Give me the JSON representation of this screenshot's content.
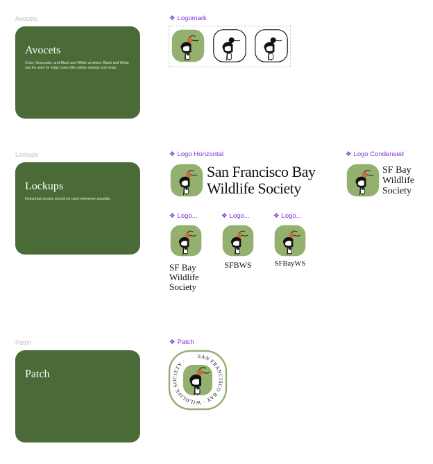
{
  "sections": {
    "avocets": {
      "label": "Avocets",
      "card_title": "Avocets",
      "card_desc": "Color, Grayscale, and Black and White versions. Black and White can be used for edge cases like rubber stamps and seals."
    },
    "lockups": {
      "label": "Lockups",
      "card_title": "Lockups",
      "card_desc": "Horizontal version should be used whenever possible."
    },
    "patch": {
      "label": "Patch",
      "card_title": "Patch",
      "card_desc": ""
    }
  },
  "components": {
    "logomark": "Logomark",
    "logo_horizontal": "Logo Horizontal",
    "logo_condensed": "Logo Condensed",
    "logo_a": "Logo...",
    "logo_b": "Logo...",
    "logo_c": "Logo...",
    "patch": "Patch"
  },
  "wordmarks": {
    "horizontal_line1": "San Francisco Bay",
    "horizontal_line2": "Wildlife Society",
    "condensed_line1": "SF Bay",
    "condensed_line2": "Wildlife",
    "condensed_line3": "Society",
    "stack_line1": "SF Bay",
    "stack_line2": "Wildlife",
    "stack_line3": "Society",
    "abbrev": "SFBWS",
    "abbrev2": "SFBayWS",
    "patch_ring": "SAN FRANCISCO BAY · WILDLIFE SOCIETY ·"
  },
  "colors": {
    "card_green": "#4a6a37",
    "logo_green": "#94b06e",
    "component_purple": "#7b2fd6",
    "bird_orange": "#c7713a"
  },
  "icons": {
    "component": "component-diamond-icon",
    "logomark": "avocet-bird-icon"
  }
}
